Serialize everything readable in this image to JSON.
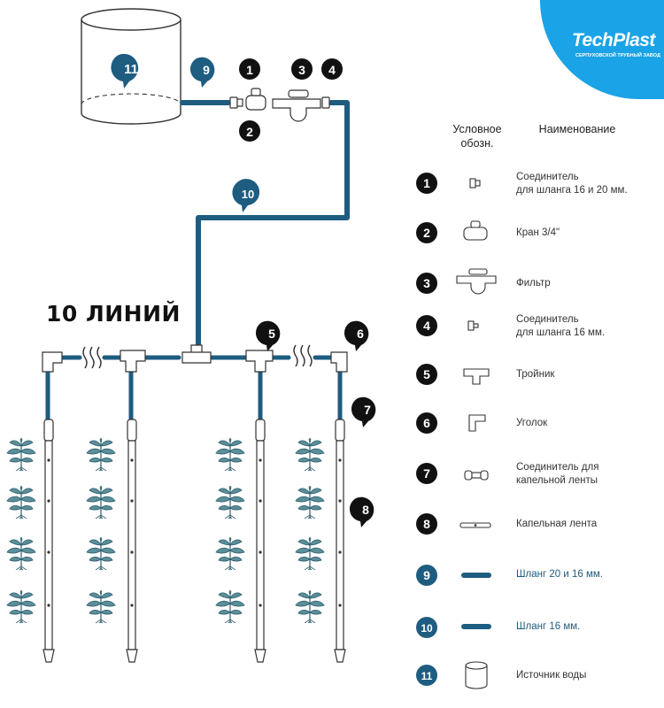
{
  "logo": {
    "brand": "TechPlast",
    "subtitle": "СЕРПУХОВСКОЙ ТРУБНЫЙ ЗАВОД"
  },
  "diagram": {
    "lines_label": "10 ЛИНИЙ",
    "markers": [
      "1",
      "2",
      "3",
      "4",
      "5",
      "6",
      "7",
      "8",
      "9",
      "10",
      "11"
    ]
  },
  "legend": {
    "header_symbol": "Условное\nобозн.",
    "header_name": "Наименование",
    "items": [
      {
        "num": "1",
        "name": "Соединитель\nдля шланга 16 и 20 мм.",
        "icon": "connector-icon"
      },
      {
        "num": "2",
        "name": "Кран 3/4\"",
        "icon": "valve-icon"
      },
      {
        "num": "3",
        "name": "Фильтр",
        "icon": "filter-icon"
      },
      {
        "num": "4",
        "name": "Соединитель\nдля шланга 16 мм.",
        "icon": "small-connector-icon"
      },
      {
        "num": "5",
        "name": "Тройник",
        "icon": "tee-icon"
      },
      {
        "num": "6",
        "name": "Уголок",
        "icon": "elbow-icon"
      },
      {
        "num": "7",
        "name": "Соединитель для\nкапельной ленты",
        "icon": "tape-connector-icon"
      },
      {
        "num": "8",
        "name": "Капельная лента",
        "icon": "drip-tape-icon"
      },
      {
        "num": "9",
        "name": "Шланг 20 и 16 мм.",
        "icon": "hose-icon"
      },
      {
        "num": "10",
        "name": "Шланг 16 мм.",
        "icon": "hose-icon"
      },
      {
        "num": "11",
        "name": "Источник воды",
        "icon": "water-tank-icon"
      }
    ]
  },
  "colors": {
    "hose": "#1e5c80",
    "marker_dark": "#111111",
    "marker_blue": "#1e5c80",
    "logo_bg": "#1aa3e6"
  }
}
